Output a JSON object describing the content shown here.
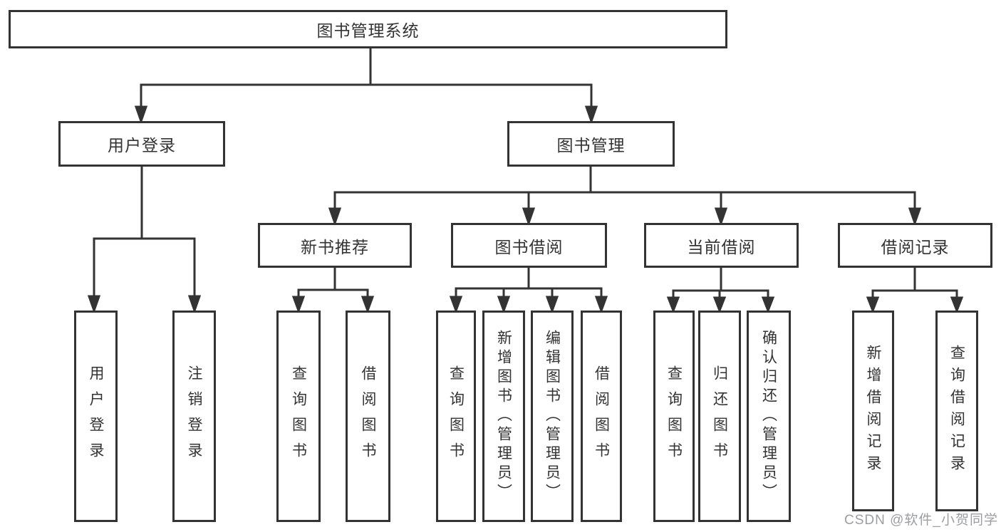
{
  "diagram": {
    "colors": {
      "line": "#333333",
      "box_border": "#333333",
      "background": "#ffffff",
      "watermark": "#9b9fa3"
    },
    "watermark": "CSDN @软件_小贺同学",
    "nodes": {
      "root": {
        "label": "图书管理系统"
      },
      "level2": [
        {
          "label": "用户登录"
        },
        {
          "label": "图书管理"
        }
      ],
      "level3": [
        {
          "label": "新书推荐",
          "parent": "图书管理"
        },
        {
          "label": "图书借阅",
          "parent": "图书管理"
        },
        {
          "label": "当前借阅",
          "parent": "图书管理"
        },
        {
          "label": "借阅记录",
          "parent": "图书管理"
        }
      ],
      "leaves": [
        {
          "label": "用户登录",
          "parent": "用户登录"
        },
        {
          "label": "注销登录",
          "parent": "用户登录"
        },
        {
          "label": "查询图书",
          "parent": "新书推荐"
        },
        {
          "label": "借阅图书",
          "parent": "新书推荐"
        },
        {
          "label": "查询图书",
          "parent": "图书借阅"
        },
        {
          "label": "新增图书（管理员）",
          "parent": "图书借阅"
        },
        {
          "label": "编辑图书（管理员）",
          "parent": "图书借阅"
        },
        {
          "label": "借阅图书",
          "parent": "图书借阅"
        },
        {
          "label": "查询图书",
          "parent": "当前借阅"
        },
        {
          "label": "归还图书",
          "parent": "当前借阅"
        },
        {
          "label": "确认归还（管理员）",
          "parent": "当前借阅"
        },
        {
          "label": "新增借阅记录",
          "parent": "借阅记录"
        },
        {
          "label": "查询借阅记录",
          "parent": "借阅记录"
        }
      ]
    }
  }
}
